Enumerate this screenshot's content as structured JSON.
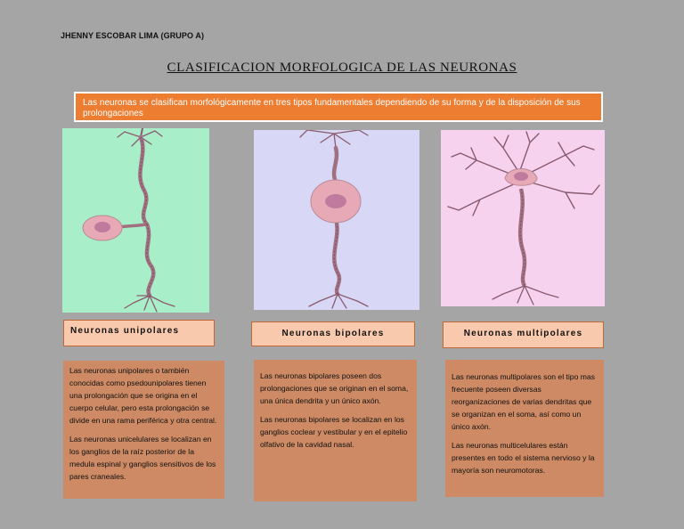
{
  "header": {
    "author": "JHENNY ESCOBAR LIMA (GRUPO A)",
    "title": "CLASIFICACION MORFOLOGICA DE LAS NEURONAS"
  },
  "intro": "Las neuronas se clasifican morfológicamente en tres tipos fundamentales dependiendo de su forma y de la disposición de sus prolongaciones",
  "colors": {
    "page_background": "#a5a5a5",
    "intro_background": "#ed7d31",
    "label_background": "#f8c9ad",
    "description_background": "#cd8a64",
    "neuron_body": "#e7a9b6",
    "neuron_nucleus": "#c07a9e",
    "neuron_axon": "#8a5a6e"
  },
  "neurons": [
    {
      "label": "Neuronas unipolares",
      "image_background": "#a8efc9",
      "paragraphs": [
        "Las neuronas unipolares o también conocidas como psedounipolares tienen una prolongación que se origina en el cuerpo celular, pero esta prolongación se divide en una rama periférica y otra central.",
        "Las neuronas unicelulares se localizan en los ganglios de la raíz posterior de la medula espinal y ganglios sensitivos de los pares craneales."
      ]
    },
    {
      "label": "Neuronas bipolares",
      "image_background": "#d8d8f6",
      "paragraphs": [
        "Las neuronas bipolares poseen dos prolongaciones que se originan en el soma, una única dendrita y un único axón.",
        "Las neuronas bipolares se localizan en los ganglios coclear y vestibular y en el epitelio olfativo de la cavidad nasal."
      ]
    },
    {
      "label": "Neuronas multipolares",
      "image_background": "#f6d2ef",
      "paragraphs": [
        "Las neuronas multipolares son el tipo mas frecuente poseen diversas reorganizaciones de varias dendritas que se organizan en el soma, así como un único axón.",
        "Las neuronas multicelulares están presentes en todo el sistema nervioso y la mayoría son neuromotoras."
      ]
    }
  ]
}
